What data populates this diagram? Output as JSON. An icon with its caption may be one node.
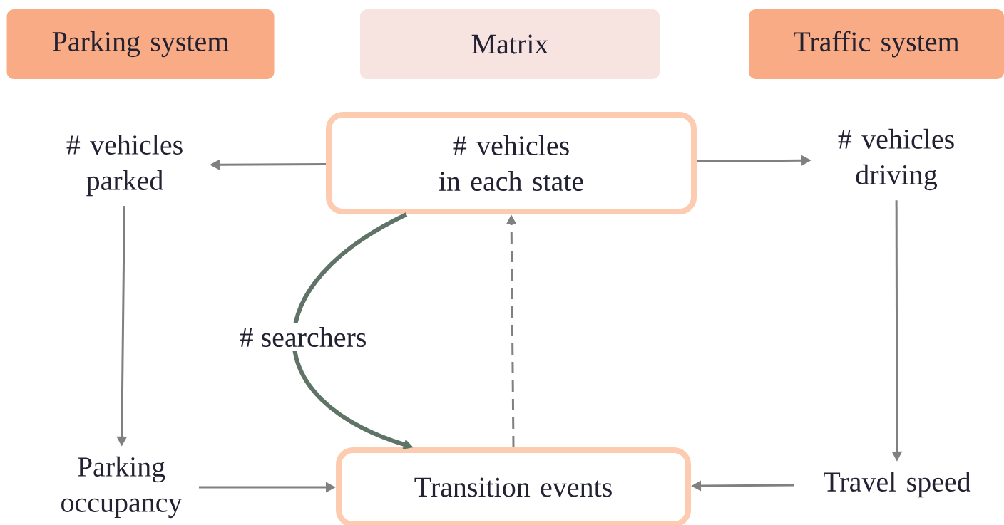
{
  "diagram": {
    "nodes": [
      {
        "text": [
          "Parking system"
        ]
      },
      {
        "text": [
          "Matrix"
        ]
      },
      {
        "text": [
          "Traffic system"
        ]
      },
      {
        "text": [
          "# vehicles parked"
        ]
      },
      {
        "text": [
          "# vehicles in each state"
        ]
      },
      {
        "text": [
          "# vehicles driving"
        ]
      },
      {
        "text": [
          "Parking occupancy"
        ]
      },
      {
        "text": [
          "Transition events"
        ]
      },
      {
        "text": [
          "Travel speed"
        ]
      }
    ],
    "edges": [
      {
        "from": 4,
        "to": 3,
        "arrow": "to"
      },
      {
        "from": 4,
        "to": 5,
        "arrow": "to"
      },
      {
        "from": 3,
        "to": 6,
        "arrow": "to"
      },
      {
        "from": 5,
        "to": 8,
        "arrow": "to"
      },
      {
        "from": 6,
        "to": 7,
        "arrow": "to"
      },
      {
        "from": 8,
        "to": 7,
        "arrow": "to"
      },
      {
        "from": 4,
        "to": 7,
        "arrow": "to",
        "label": "# searchers",
        "style": "thick",
        "color": "#5f7367"
      },
      {
        "from": 7,
        "to": 4,
        "arrow": "to",
        "style": "dashed"
      }
    ]
  }
}
